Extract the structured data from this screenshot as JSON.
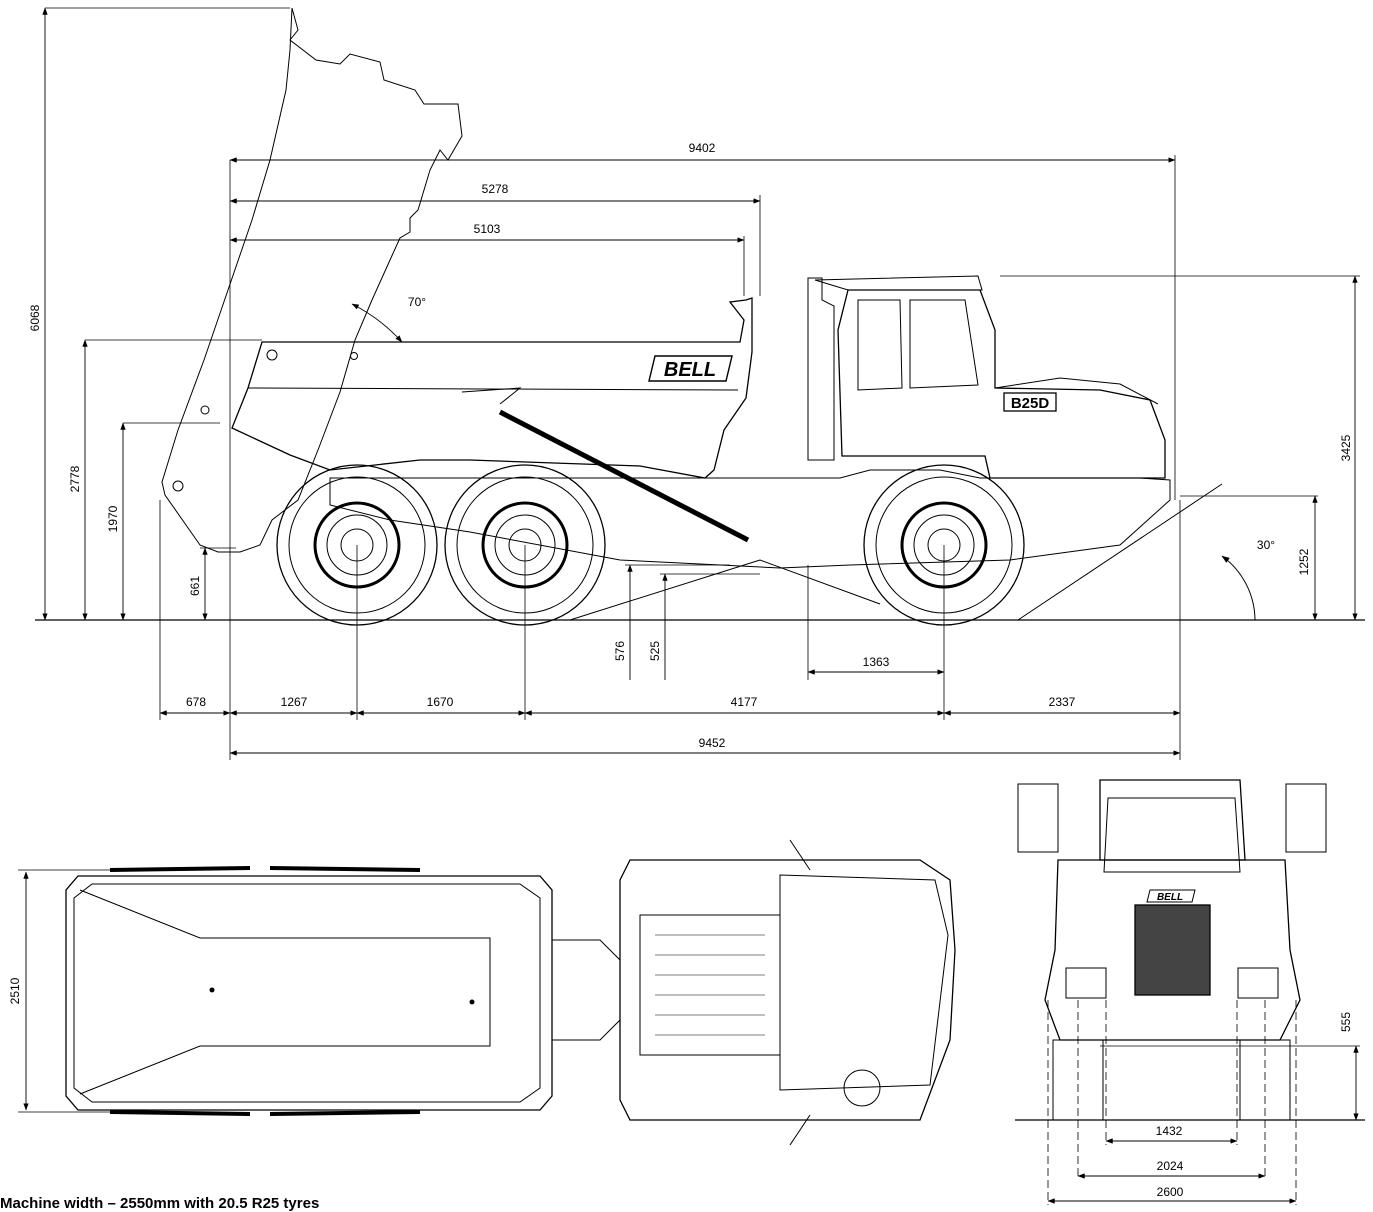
{
  "brand": {
    "body_logo": "BELL",
    "model_badge": "B25D",
    "front_logo": "BELL"
  },
  "side_view": {
    "overall_length": "9452",
    "length_to_bin_front": "9402",
    "bin_length_outer": "5278",
    "bin_length_inner": "5103",
    "tip_angle": "70°",
    "approach_angle": "30°",
    "height_tipped": "6068",
    "height_bin_top": "2778",
    "height_tailgate": "1970",
    "tailgate_clearance": "661",
    "cab_height": "3425",
    "front_bumper_height": "1252",
    "ground_clearance_hitch": "576",
    "ground_clearance": "525",
    "front_axle_to_hitch": "1363",
    "rear_overhang_tipped": "678",
    "rear_overhang": "1267",
    "bogie_spacing": "1670",
    "wheelbase": "4177",
    "front_overhang": "2337"
  },
  "top_view": {
    "width": "2510"
  },
  "front_view": {
    "ground_clearance": "555",
    "track_inner": "1432",
    "track": "2024",
    "overall_width": "2600"
  },
  "footnote": {
    "text": "Machine width – 2550mm with 20.5 R25 tyres"
  }
}
